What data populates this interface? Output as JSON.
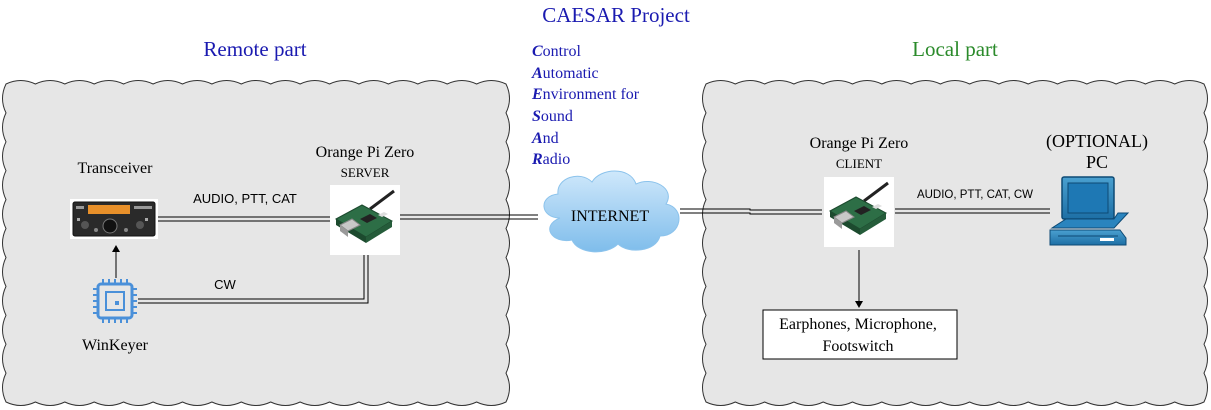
{
  "title": "CAESAR Project",
  "acronym": [
    {
      "initial": "C",
      "rest": "ontrol"
    },
    {
      "initial": "A",
      "rest": "utomatic"
    },
    {
      "initial": "E",
      "rest": "nvironment for"
    },
    {
      "initial": "S",
      "rest": "ound"
    },
    {
      "initial": "A",
      "rest": "nd"
    },
    {
      "initial": "R",
      "rest": "adio"
    }
  ],
  "remote": {
    "title": "Remote part",
    "transceiver_label": "Transceiver",
    "orange_pi_label": "Orange Pi Zero",
    "server_label": "SERVER",
    "winkeyer_label": "WinKeyer",
    "link_audio": "AUDIO, PTT, CAT",
    "link_cw": "CW"
  },
  "internet_label": "INTERNET",
  "local": {
    "title": "Local part",
    "orange_pi_label": "Orange Pi Zero",
    "client_label": "CLIENT",
    "pc_optional_label": "(OPTIONAL)",
    "pc_label": "PC",
    "link_audio": "AUDIO, PTT, CAT, CW",
    "peripherals_line1": "Earphones, Microphone,",
    "peripherals_line2": "Footswitch"
  },
  "colors": {
    "title": "#1a1ab0",
    "remote_title": "#1a1ab0",
    "local_title": "#2a8a2a",
    "cloud_fill": "#e6e6e6",
    "cloud_stroke": "#333333",
    "internet_fill": "#a8d4f5",
    "board_green": "#2d6e46"
  }
}
